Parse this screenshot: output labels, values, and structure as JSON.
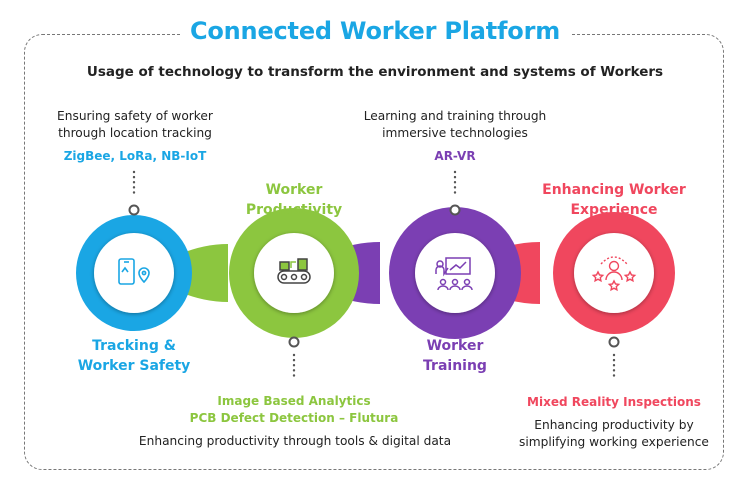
{
  "title": "Connected Worker Platform",
  "subtitle": "Usage of technology to transform the environment and systems of Workers",
  "colors": {
    "title": "#1aa6e4",
    "blue": "#1aa6e4",
    "green": "#8cc63f",
    "purple": "#7b3fb3",
    "red": "#f0475e",
    "frame": "#777777"
  },
  "nodes": [
    {
      "label_line1": "Tracking &",
      "label_line2": "Worker Safety",
      "icon": "mobile-location-icon",
      "technology": "ZigBee, LoRa, NB-IoT",
      "desc_line1": "Ensuring safety of worker",
      "desc_line2": "through location tracking"
    },
    {
      "label_line1": "Worker",
      "label_line2": "Productivity",
      "icon": "conveyor-belt-icon",
      "technology_line1": "Image Based Analytics",
      "technology_line2": "PCB Defect Detection – Flutura",
      "desc": "Enhancing productivity through tools & digital data"
    },
    {
      "label_line1": "Worker",
      "label_line2": "Training",
      "icon": "presentation-training-icon",
      "technology": "AR-VR",
      "desc_line1": "Learning and training through",
      "desc_line2": "immersive technologies"
    },
    {
      "label_line1": "Enhancing Worker",
      "label_line2": "Experience",
      "icon": "worker-rating-icon",
      "technology": "Mixed Reality Inspections",
      "desc_line1": "Enhancing productivity by",
      "desc_line2": "simplifying working experience"
    }
  ]
}
